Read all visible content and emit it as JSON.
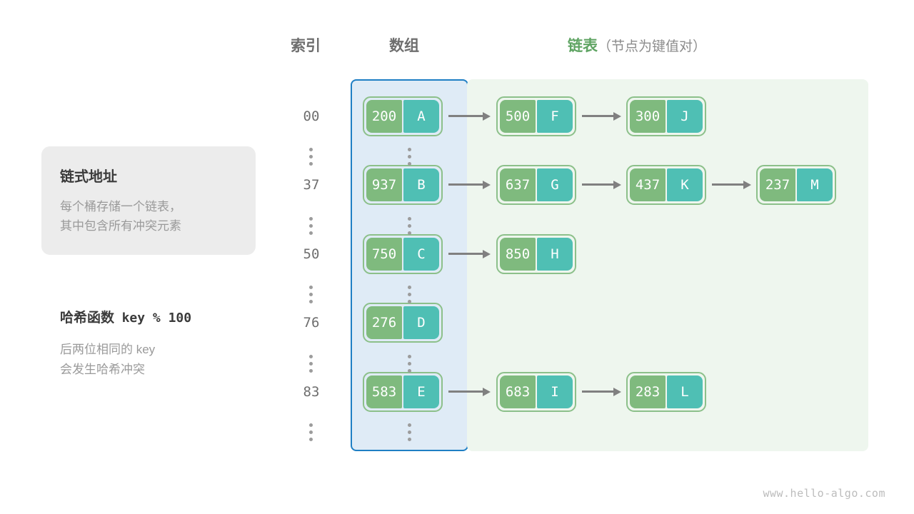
{
  "headers": {
    "index": "索引",
    "array": "数组",
    "list_main": "链表",
    "list_sub": "（节点为键值对）"
  },
  "info_card": {
    "title": "链式地址",
    "line1": "每个桶存储一个链表，",
    "line2": "其中包含所有冲突元素"
  },
  "hash_note": {
    "label": "哈希函数",
    "formula": "key % 100",
    "line1": "后两位相同的 key",
    "line2": "会发生哈希冲突"
  },
  "colors": {
    "key_cell": "#7fba7e",
    "value_cell": "#4fbfb4",
    "node_border": "#8cc08a",
    "array_panel_bg": "#dfebf6",
    "array_panel_border": "#1f7fc4",
    "list_panel_bg": "#eef6ee",
    "arrow": "#808080",
    "accent_green_text": "#5fa463"
  },
  "buckets": [
    {
      "index": "00",
      "bucket": {
        "key": "200",
        "value": "A"
      },
      "chain": [
        {
          "key": "500",
          "value": "F"
        },
        {
          "key": "300",
          "value": "J"
        }
      ]
    },
    {
      "index": "37",
      "bucket": {
        "key": "937",
        "value": "B"
      },
      "chain": [
        {
          "key": "637",
          "value": "G"
        },
        {
          "key": "437",
          "value": "K"
        },
        {
          "key": "237",
          "value": "M"
        }
      ]
    },
    {
      "index": "50",
      "bucket": {
        "key": "750",
        "value": "C"
      },
      "chain": [
        {
          "key": "850",
          "value": "H"
        }
      ]
    },
    {
      "index": "76",
      "bucket": {
        "key": "276",
        "value": "D"
      },
      "chain": []
    },
    {
      "index": "83",
      "bucket": {
        "key": "583",
        "value": "E"
      },
      "chain": [
        {
          "key": "683",
          "value": "I"
        },
        {
          "key": "283",
          "value": "L"
        }
      ]
    }
  ],
  "ellipsis_symbol": "⋮",
  "footer": "www.hello-algo.com"
}
